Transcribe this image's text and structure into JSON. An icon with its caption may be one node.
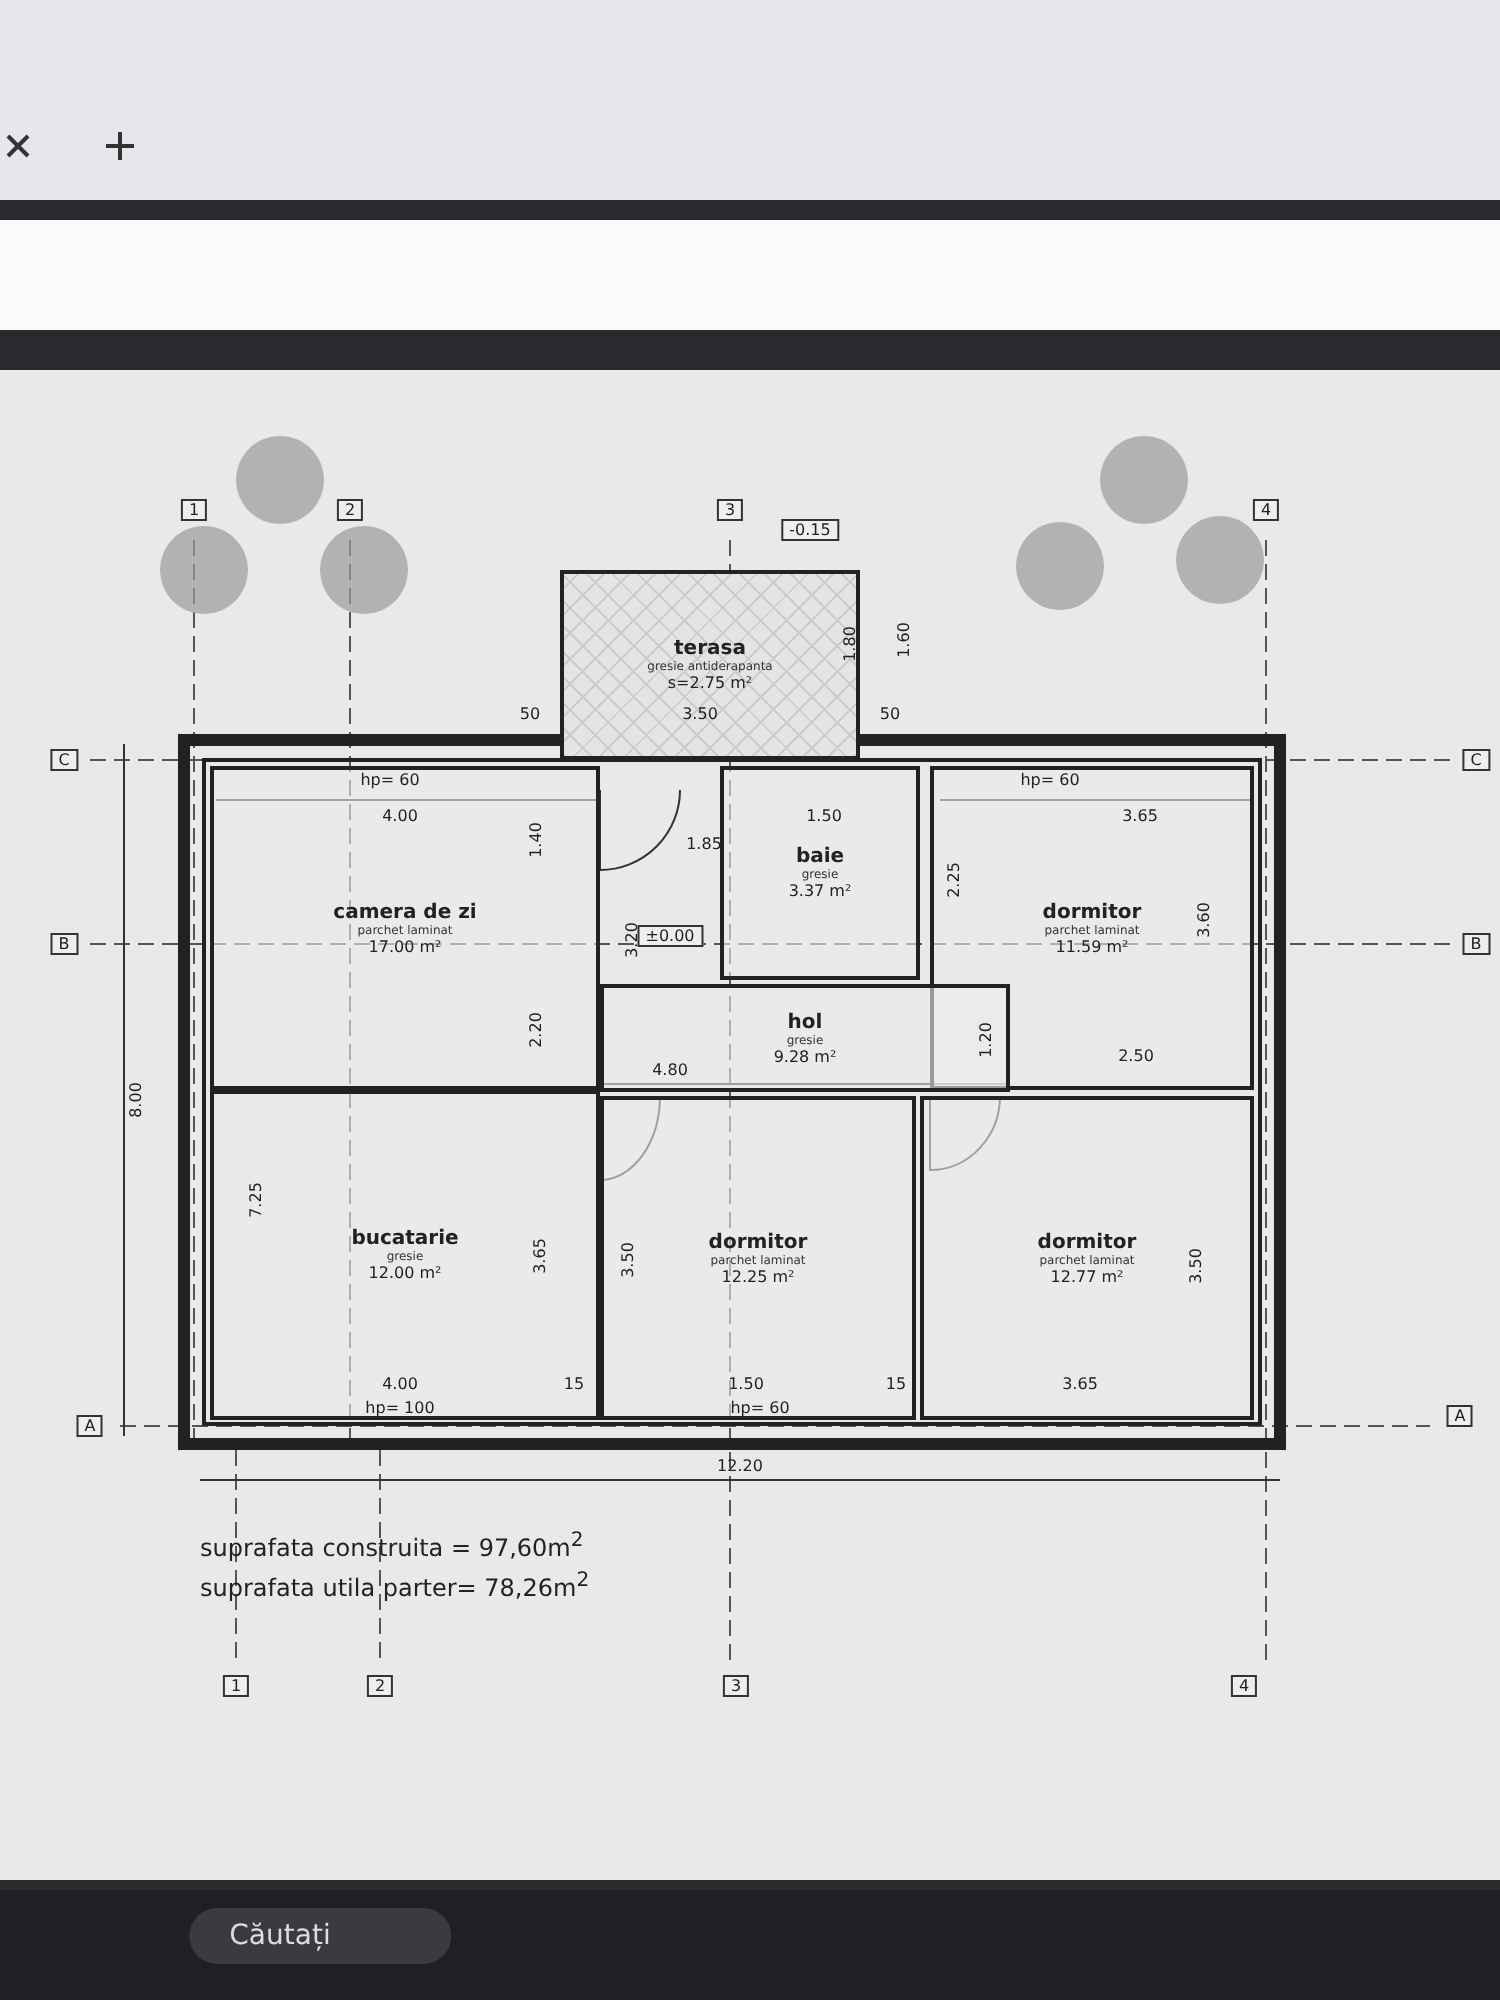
{
  "diagram": {
    "nodes": [
      {
        "text": [
          "terasa",
          "gresie antiderapanta",
          "s=2.75 m²"
        ]
      },
      {
        "text": [
          "camera de zi",
          "parchet laminat",
          "17.00 m²"
        ]
      },
      {
        "text": [
          "baie",
          "gresie",
          "3.37 m²"
        ]
      },
      {
        "text": [
          "dormitor",
          "parchet laminat",
          "11.59 m²"
        ]
      },
      {
        "text": [
          "hol",
          "gresie",
          "9.28 m²"
        ]
      },
      {
        "text": [
          "bucatarie",
          "gresie",
          "12.00 m²"
        ]
      },
      {
        "text": [
          "dormitor",
          "parchet laminat",
          "12.25 m²"
        ]
      },
      {
        "text": [
          "dormitor",
          "parchet laminat",
          "12.77 m²"
        ]
      }
    ],
    "edges": [],
    "labels": [
      "1",
      "2",
      "3",
      "4",
      "-0.15",
      "C",
      "C",
      "B",
      "B",
      "A",
      "A",
      "50",
      "3.50",
      "50",
      "1.80",
      "1.60",
      "4.00",
      "1.40",
      "1.85",
      "1.50",
      "3.65",
      "±0.00",
      "2.20",
      "3.20",
      "8.00",
      "7.25",
      "4.80",
      "1.20",
      "2.50",
      "3.60",
      "2.25",
      "3.65",
      "3.50",
      "3.50",
      "4.00",
      "15",
      "1.50",
      "15",
      "3.65",
      "12.20",
      "suprafata construita = 97,60m$^{2}$",
      "suprafata utila parter= 78,26m$^{2}$",
      "1",
      "2",
      "3",
      "4",
      "Căutați",
      "hp= 60",
      "hp= 60",
      "hp= 100",
      "hp= 60"
    ]
  }
}
